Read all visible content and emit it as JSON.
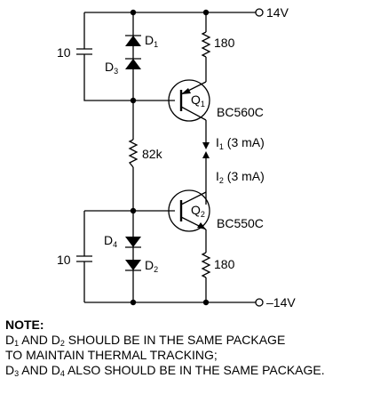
{
  "rails": {
    "positive": "14V",
    "negative": "–14V"
  },
  "components": {
    "d1": {
      "letter": "D",
      "sub": "1"
    },
    "d2": {
      "letter": "D",
      "sub": "2"
    },
    "d3": {
      "letter": "D",
      "sub": "3"
    },
    "d4": {
      "letter": "D",
      "sub": "4"
    },
    "q1": {
      "letter": "Q",
      "sub": "1",
      "part": "BC560C"
    },
    "q2": {
      "letter": "Q",
      "sub": "2",
      "part": "BC550C"
    },
    "r_top": "180",
    "r_mid": "82k",
    "r_bot": "180",
    "c_top": "10",
    "c_bot": "10"
  },
  "currents": {
    "i1": {
      "letter": "I",
      "sub": "1",
      "value": " (3 mA)"
    },
    "i2": {
      "letter": "I",
      "sub": "2",
      "value": " (3 mA)"
    }
  },
  "notes": {
    "title": "NOTE:",
    "line1": {
      "a": "D",
      "a_sub": "1",
      "mid": " AND D",
      "b_sub": "2",
      "rest": " SHOULD BE IN THE SAME PACKAGE"
    },
    "line2": "TO MAINTAIN THERMAL TRACKING;",
    "line3": {
      "a": "D",
      "a_sub": "3",
      "mid": " AND D",
      "b_sub": "4",
      "rest": " ALSO SHOULD BE IN THE SAME PACKAGE."
    }
  }
}
